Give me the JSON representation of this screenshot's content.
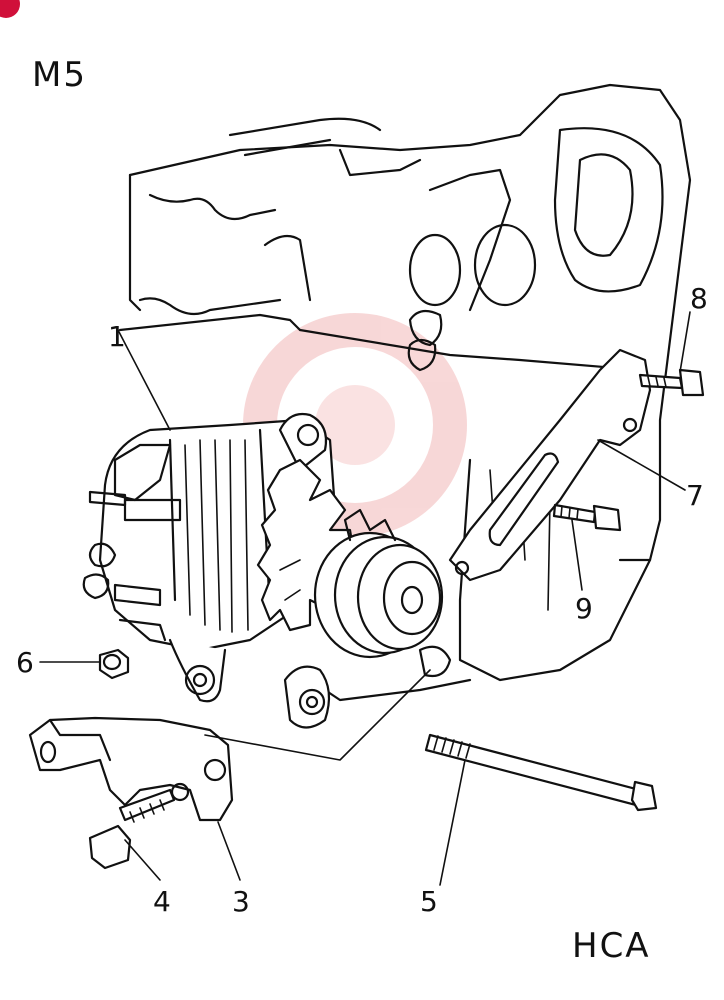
{
  "corner_labels": {
    "top_left": "M5",
    "bottom_right": "HCA"
  },
  "callouts": [
    {
      "id": "1",
      "text": "1"
    },
    {
      "id": "3",
      "text": "3"
    },
    {
      "id": "4",
      "text": "4"
    },
    {
      "id": "5",
      "text": "5"
    },
    {
      "id": "6",
      "text": "6"
    },
    {
      "id": "7",
      "text": "7"
    },
    {
      "id": "8",
      "text": "8"
    },
    {
      "id": "9",
      "text": "9"
    }
  ],
  "watermark": {
    "color": "#f2b8b8"
  },
  "colors": {
    "line": "#111111",
    "background": "#ffffff",
    "corner_badge": "#d0103a"
  }
}
